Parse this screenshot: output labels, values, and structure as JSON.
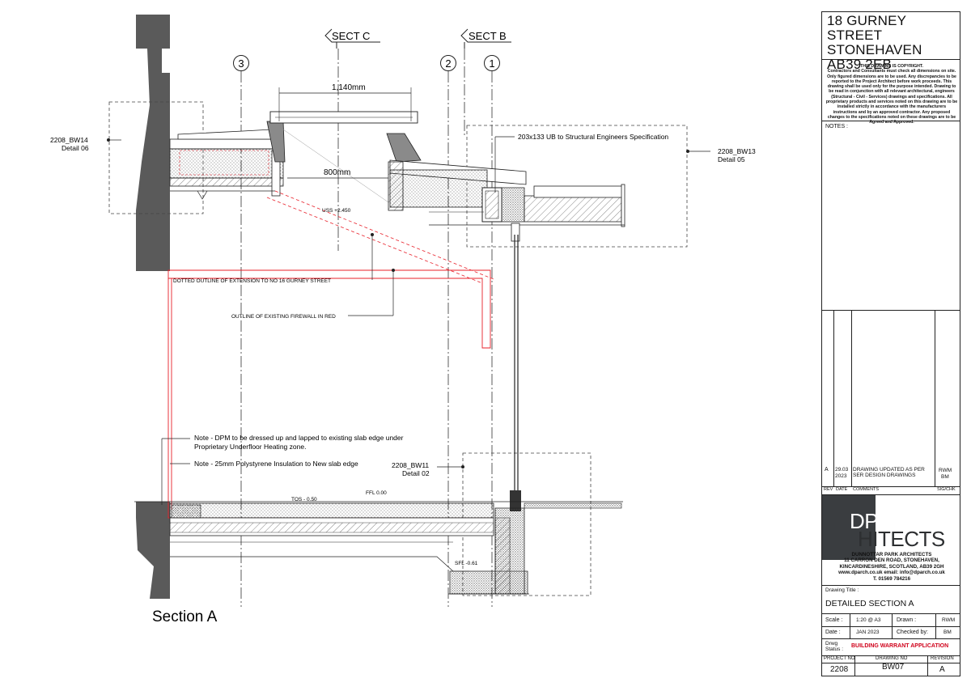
{
  "drawing": {
    "section_title": "Section A",
    "sect_c": "SECT C",
    "sect_b": "SECT B",
    "grid_1": "1",
    "grid_2": "2",
    "grid_3": "3",
    "dim_top": "1,140mm",
    "dim_inner": "800mm",
    "uss": "USS +2.450",
    "ub_label": "203x133 UB to Structural Engineers Specification",
    "bw13": "2208_BW13",
    "bw13_detail": "Detail 05",
    "bw14": "2208_BW14",
    "bw14_detail": "Detail 06",
    "bw11": "2208_BW11",
    "bw11_detail": "Detail 02",
    "dotted_outline": "DOTTED OUTLINE OF EXTENSION TO NO 16 GURNEY STREET",
    "firewall_outline": "OUTLINE OF EXISTING FIREWALL IN RED",
    "note_dpm_1": "Note - DPM to be dressed up and lapped to existing slab edge under",
    "note_dpm_2": "Proprietary Underfloor Heating zone.",
    "note_insulation": "Note - 25mm Polystyrene Insulation to New slab edge",
    "tos": "TOS - 0.50",
    "ffl": "FFL 0.00",
    "sfl": "SFL -0.61"
  },
  "title_block": {
    "address_1": "18 GURNEY STREET",
    "address_2": "STONEHAVEN",
    "address_3": "AB39 2EB",
    "copyright_head": "THIS DRAWING IS COPYRIGHT.",
    "copyright_body": "Contractors and Consultants must check all dimensions on site. Only figured dimensions are to be used. Any discrepancies to be reported to the Project Architect before work proceeds. This drawing shall be used only for the purpose intended. Drawing to be read in conjunction with all relevant architectural, engineers (Structural - Civil - Services) drawings and specifications. All proprietary products and services noted on this drawing are to be installed strictly in accordance with the manufacturers instructions and by an approved contractor. Any proposed changes to the specifications noted on these drawings are to be Agreed and Approved.",
    "notes_label": "NOTES :",
    "rev_letter": "A",
    "rev_date_1": "29.03",
    "rev_date_2": "2023",
    "rev_comment_1": "DRAWING UPDATED AS PER",
    "rev_comment_2": "SER DESIGN DRAWINGS",
    "rev_sig_1": "RWM",
    "rev_sig_2": "BM",
    "hdr_rev": "REV",
    "hdr_date": "DATE",
    "hdr_comments": "COMMENTS",
    "hdr_sig": "SIG/CHK",
    "logo_line_1": "DPARC",
    "logo_line_2": "HITECTS",
    "firm_name": "DUNNOTTAR PARK ARCHITECTS",
    "firm_addr_1": "11 CARRON DEN ROAD, STONEHAVEN,",
    "firm_addr_2": "KINCARDINESHIRE, SCOTLAND, AB39 2GH",
    "firm_web": "www.dparch.co.uk    email: info@dparch.co.uk",
    "firm_tel": "T. 01569 784216",
    "drawing_title_label": "Drawing Title :",
    "drawing_title": "DETAILED SECTION A",
    "scale_label": "Scale :",
    "scale_value": "1:20 @ A3",
    "drawn_label": "Drawn :",
    "drawn_value": "RWM",
    "date_label": "Date :",
    "date_value": "JAN 2023",
    "checked_label": "Checked by:",
    "checked_value": "BM",
    "status_label_1": "Drwg",
    "status_label_2": "Status :",
    "status_value": "BUILDING WARRANT APPLICATION",
    "project_no_label": "PROJECT NO",
    "drawing_no_label": "DRAWING NO",
    "revision_label": "REVISION",
    "project_no": "2208",
    "drawing_no": "BW07",
    "revision": "A"
  },
  "colors": {
    "firewall_red": "#e8202a",
    "masonry_grey": "#595959",
    "logo_grey": "#3a3d40",
    "status_red": "#d0021b"
  }
}
